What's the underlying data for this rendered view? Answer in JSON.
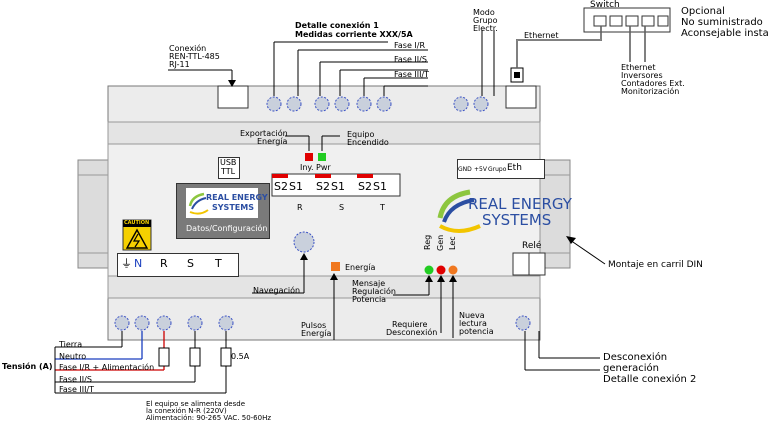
{
  "switch": {
    "title": "Switch"
  },
  "router_notes": {
    "line1": "Opcional",
    "line2": "No suministrado",
    "line3": "Aconsejable instalar"
  },
  "ethernet_label": "Ethernet",
  "ethernet_uses": {
    "l1": "Ethernet",
    "l2": "Inversores",
    "l3": "Contadores Ext.",
    "l4": "Monitorización"
  },
  "modo_grupo": {
    "l1": "Modo",
    "l2": "Grupo",
    "l3": "Electr."
  },
  "detalle1": {
    "l1": "Detalle conexión 1",
    "l2": "Medidas corriente XXX/5A"
  },
  "fases_top": {
    "f1": "Fase I/R",
    "f2": "Fase II/S",
    "f3": "Fase III/T"
  },
  "conexion_ren": {
    "l1": "Conexión",
    "l2": "REN-TTL-485",
    "l3": "RJ-11"
  },
  "exportacion": {
    "l1": "Exportación",
    "l2": "Energía"
  },
  "equipo": {
    "l1": "Equipo",
    "l2": "Encendido"
  },
  "leds_top": {
    "iny": "Iny.",
    "pwr": "Pwr"
  },
  "usb": {
    "l1": "USB",
    "l2": "TTL"
  },
  "ct_block": {
    "cells": [
      "S2",
      "S1",
      "S2",
      "S1",
      "S2",
      "S1"
    ],
    "phases": [
      "R",
      "S",
      "T"
    ]
  },
  "eth_block": {
    "gnd": "GND",
    "p5v": "+5V",
    "grupo": "Grupo",
    "eth": "Eth"
  },
  "brand": {
    "l1": "REAL ENERGY",
    "l2": "SYSTEMS"
  },
  "datos": {
    "label": "Datos/Configuración",
    "brand1": "REAL ENERGY",
    "brand2": "SYSTEMS"
  },
  "caution": {
    "label": "CAUTION"
  },
  "terminals": {
    "cells": [
      "⏚",
      "N",
      "R",
      "S",
      "T"
    ]
  },
  "rele": "Relé",
  "montaje": "Montaje en carril DIN",
  "navegacion": "Navegación",
  "energia": "Energía",
  "leds_bottom": {
    "reg": "Reg",
    "gen": "Gen",
    "lec": "Lec"
  },
  "mensaje": {
    "l1": "Mensaje",
    "l2": "Regulación",
    "l3": "Potencia"
  },
  "pulsos": {
    "l1": "Pulsos",
    "l2": "Energía"
  },
  "requiere": {
    "l1": "Requiere",
    "l2": "Desconexión"
  },
  "nueva": {
    "l1": "Nueva",
    "l2": "lectura",
    "l3": "potencia"
  },
  "desconexion": {
    "l1": "Desconexión",
    "l2": "generación",
    "l3": "Detalle conexión 2"
  },
  "tension": "Tensión (A)",
  "wires": {
    "tierra": "Tierra",
    "neutro": "Neutro",
    "fase1": "Fase I/R + Alimentación",
    "fase2": "Fase II/S",
    "fase3": "Fase III/T"
  },
  "fuse": "0.5A",
  "alimentacion": {
    "l1": "El equipo se alimenta desde",
    "l2": "la conexión N-R (220V)",
    "l3": "Alimentación: 90-265 VAC. 50-60Hz"
  },
  "colors": {
    "led_red": "#e00000",
    "led_green": "#22cc22",
    "led_orange": "#f07820",
    "wire_blue": "#1a3fbf",
    "wire_red": "#cc0000",
    "caution_yellow": "#f5d000",
    "logo_green": "#8dc63f",
    "logo_blue": "#2b4ea2",
    "logo_yellow": "#f2c500"
  }
}
